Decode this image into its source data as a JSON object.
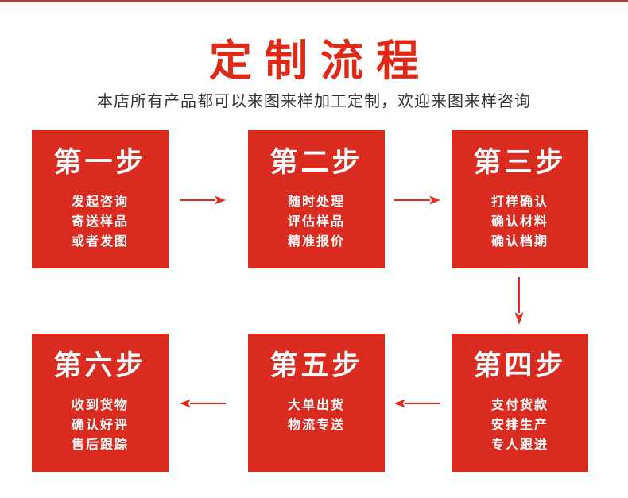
{
  "theme": {
    "accent-red": "#d92b20",
    "title-red": "#e02817",
    "topbar-red": "#a8423b",
    "arrow-red": "#e02b1d",
    "text-dark": "#333333",
    "box-text": "#ffffff"
  },
  "header": {
    "title": "定制流程",
    "subtitle": "本店所有产品都可以来图来样加工定制，欢迎来图来样咨询"
  },
  "flow": {
    "steps": [
      {
        "title": "第一步",
        "lines": [
          "发起咨询",
          "寄送样品",
          "或者发图"
        ]
      },
      {
        "title": "第二步",
        "lines": [
          "随时处理",
          "评估样品",
          "精准报价"
        ]
      },
      {
        "title": "第三步",
        "lines": [
          "打样确认",
          "确认材料",
          "确认档期"
        ]
      },
      {
        "title": "第四步",
        "lines": [
          "支付货款",
          "安排生产",
          "专人跟进"
        ]
      },
      {
        "title": "第五步",
        "lines": [
          "大单出货",
          "物流专送"
        ]
      },
      {
        "title": "第六步",
        "lines": [
          "收到货物",
          "确认好评",
          "售后跟踪"
        ]
      }
    ]
  }
}
